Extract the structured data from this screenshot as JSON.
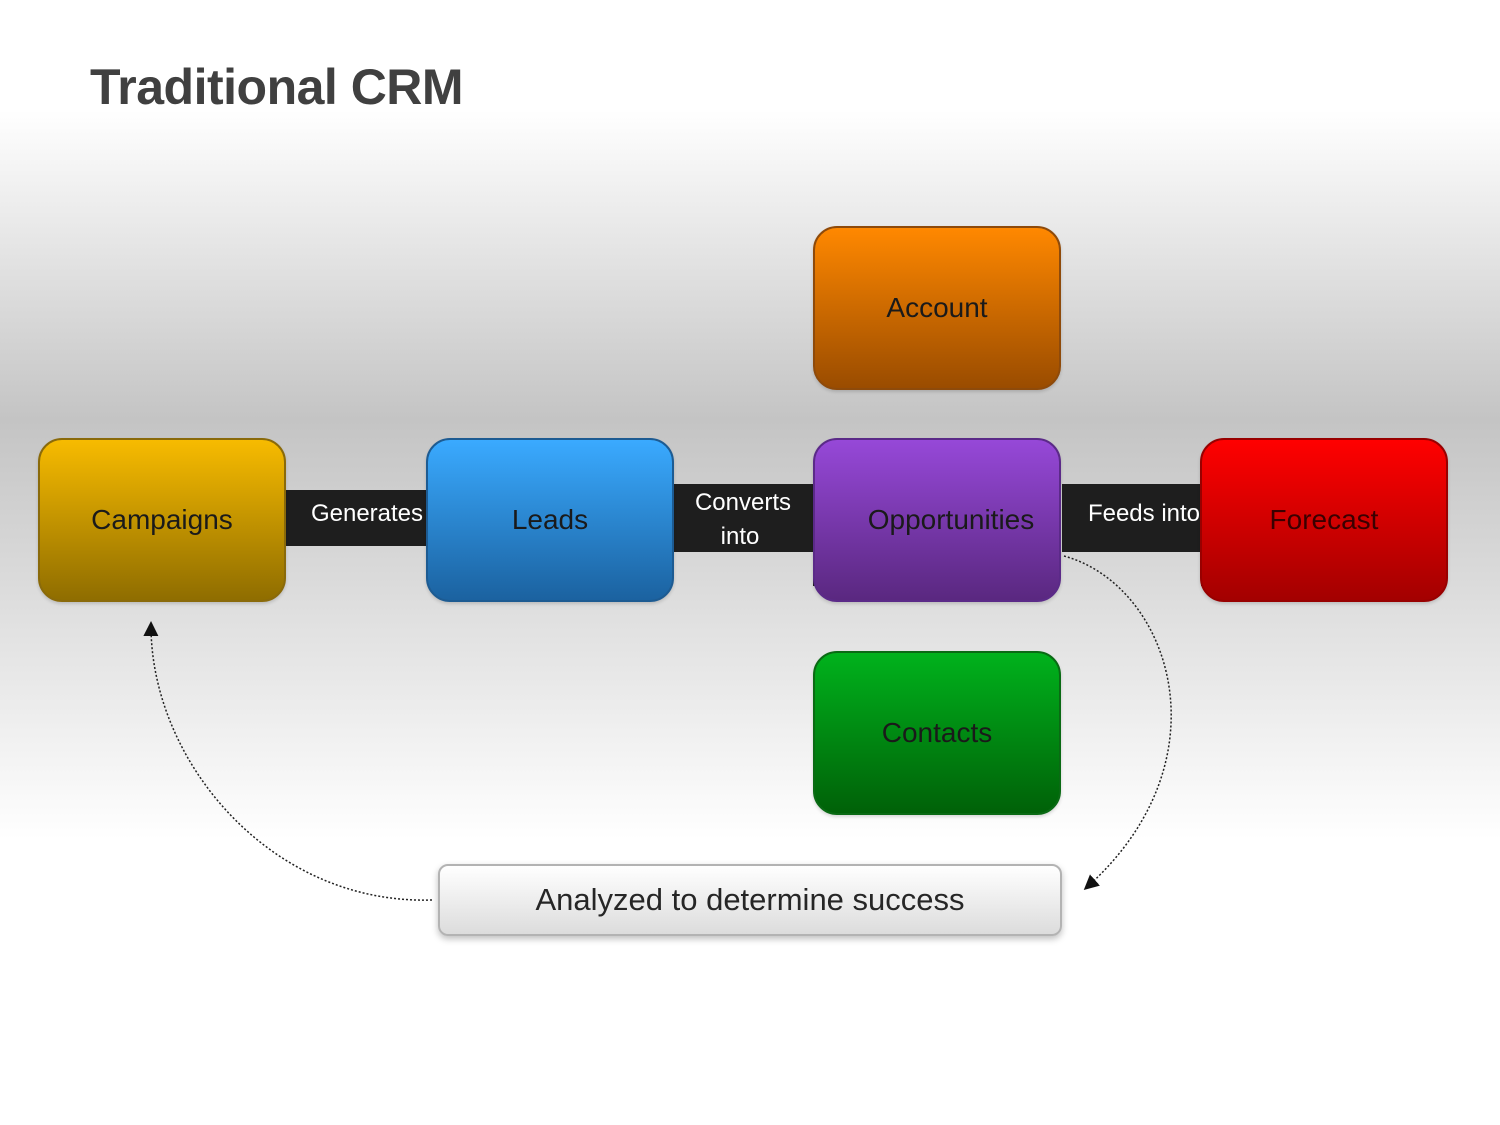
{
  "title": "Traditional CRM",
  "nodes": {
    "campaigns": "Campaigns",
    "leads": "Leads",
    "opportunities": "Opportunities",
    "forecast": "Forecast",
    "account": "Account",
    "contacts": "Contacts"
  },
  "connectors": {
    "generates": "Generates",
    "converts_line1": "Converts",
    "converts_line2": "into",
    "feeds_into": "Feeds into"
  },
  "feedback": "Analyzed to determine success"
}
